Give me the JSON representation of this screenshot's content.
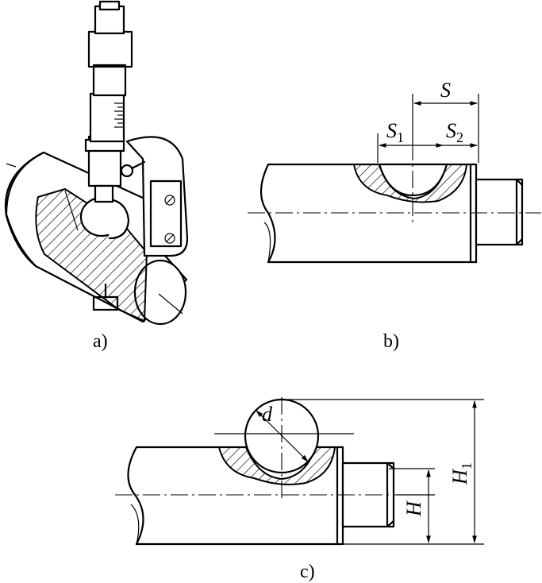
{
  "panels": {
    "a": {
      "caption": "a)"
    },
    "b": {
      "caption": "b)",
      "dim_total": "S",
      "dim_left": {
        "symbol": "S",
        "subscript": "1"
      },
      "dim_right": {
        "symbol": "S",
        "subscript": "2"
      }
    },
    "c": {
      "caption": "c)",
      "ball_diameter": "d",
      "height": "H",
      "height_total": {
        "symbol": "H",
        "subscript": "1"
      }
    }
  }
}
